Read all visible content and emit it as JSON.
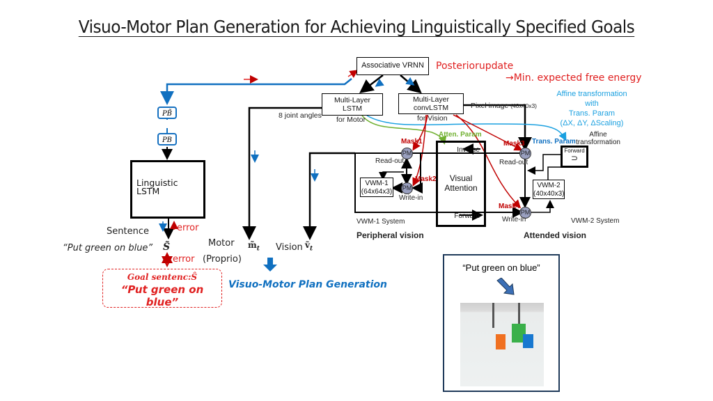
{
  "title": "Visuo-Motor Plan Generation for Achieving Linguistically Specified Goals",
  "colors": {
    "error_red": "#e02020",
    "mask_red": "#c00000",
    "flow_blue": "#1070c0",
    "affine_cyan": "#1aa0e0",
    "atten_green": "#70b030"
  },
  "top": {
    "vrnn_label": "Associative VRNN",
    "posterior_update": "Posteriorupdate",
    "min_free_energy": "→Min. expected free energy",
    "lstm_motor": [
      "Multi-Layer",
      "LSTM",
      "for Motor"
    ],
    "convlstm_vision": [
      "Multi-Layer",
      "convLSTM",
      "for Vision"
    ],
    "joint_angles": "8 joint angles",
    "pixel_image": "Pixel image",
    "pixel_image_dims": "(40x40x3)",
    "affine_note": [
      "Affine transformation",
      "with",
      "Trans. Param",
      "(ΔX, ΔY, ΔScaling)"
    ]
  },
  "linguistic": {
    "pb_tilde": "PB̃",
    "pb": "PB",
    "lstm_label": "Linguistic LSTM",
    "sentence_label": "Sentence",
    "error_label": "error",
    "sentence_example": "“Put green on blue”",
    "s_tilde": "S̃",
    "error_label_2": "error",
    "goal_title": "Goal sentenc:Ŝ",
    "goal_sentence": "“Put green on blue”"
  },
  "outputs": {
    "motor_label": "Motor",
    "proprio_label": "(Proprio)",
    "motor_symbol": "m̃",
    "motor_sub": "t",
    "vision_label": "Vision",
    "vision_symbol": "ṽ",
    "vision_sub": "t",
    "plan_generation": "Visuo-Motor Plan Generation"
  },
  "peripheral": {
    "mask1": "Mask1",
    "mask2": "Mask2",
    "pm": "PM",
    "read_out": "Read-out",
    "write_in": "Write-in",
    "vwm1": [
      "VWM-1",
      "(64x64x3)"
    ],
    "system_label": "VWM-1 System",
    "caption": "Peripheral vision"
  },
  "attention": {
    "atten_param": "Atten. Param",
    "inverse": "Inverse",
    "label": [
      "Visual",
      "Attention"
    ],
    "forward": "Forward"
  },
  "attended": {
    "mask3": "Mask3",
    "mask4": "Mask4",
    "trans_param": "Trans. Param",
    "affine_label": [
      "Affine",
      "transformation"
    ],
    "forward": "Forward",
    "pm": "PM",
    "read_out": "Read-out",
    "write_in": "Write-in",
    "vwm2": [
      "VWM-2",
      "(40x40x3)"
    ],
    "system_label": "VWM-2 System",
    "caption": "Attended vision"
  },
  "photo": {
    "caption": "“Put green on blue”",
    "blocks": [
      "orange",
      "green",
      "blue"
    ]
  }
}
